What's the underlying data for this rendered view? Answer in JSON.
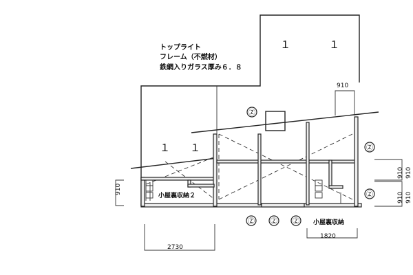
{
  "note_lines": [
    "トップライト",
    "フレーム（不燃材）",
    "鉄網入りガラス厚み６．８"
  ],
  "opening_marks": [
    "１",
    "１",
    "１",
    "１"
  ],
  "north_symbol": "Ⓩ",
  "rooms": {
    "left": "小屋裏収納２",
    "right": "小屋裏収納"
  },
  "dimensions": {
    "top": "910",
    "bottom_left": "2730",
    "bottom_right": "1820",
    "left": "910",
    "right_a": "910",
    "right_b": "910",
    "right_c": "910",
    "right_d": "910"
  }
}
